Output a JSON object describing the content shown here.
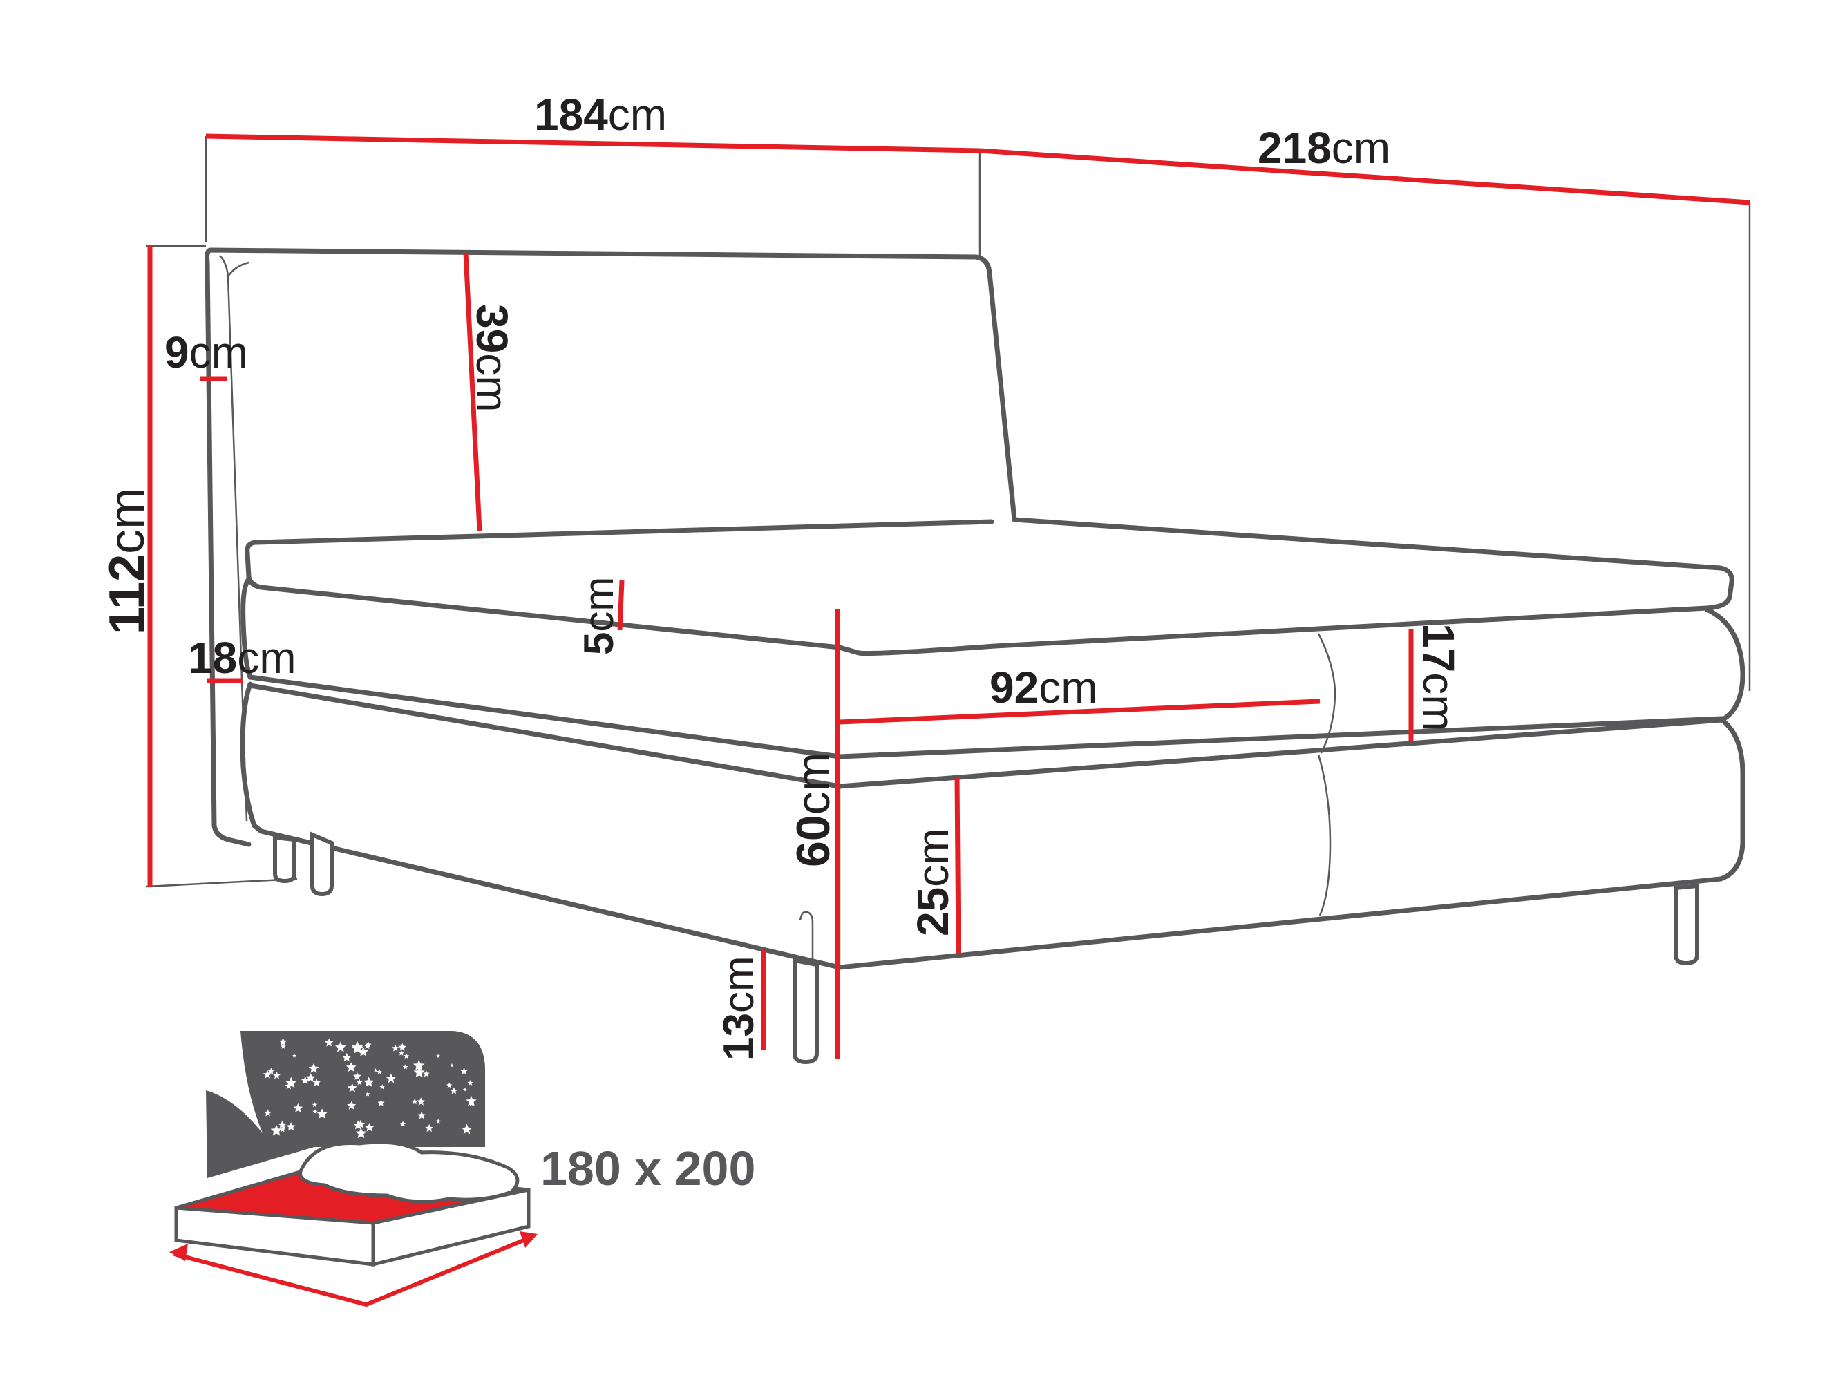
{
  "diagram": {
    "unit": "cm",
    "dimensions": {
      "total_width": "184",
      "total_length": "218",
      "total_height": "112",
      "headboard_thickness": "9",
      "headboard_height": "39",
      "headboard_base_thickness": "18",
      "topper_height": "5",
      "half_width": "92",
      "mattress_height": "17",
      "bed_height": "60",
      "base_height": "25",
      "leg_height": "13"
    },
    "mattress_size": "180 x 200",
    "colors": {
      "outline": "#58585a",
      "dimension_line": "#e31e24",
      "text": "#231f20",
      "mattress": "#e31e24"
    },
    "icons": [
      "stars-night-icon",
      "mattress-pillow-icon"
    ]
  }
}
